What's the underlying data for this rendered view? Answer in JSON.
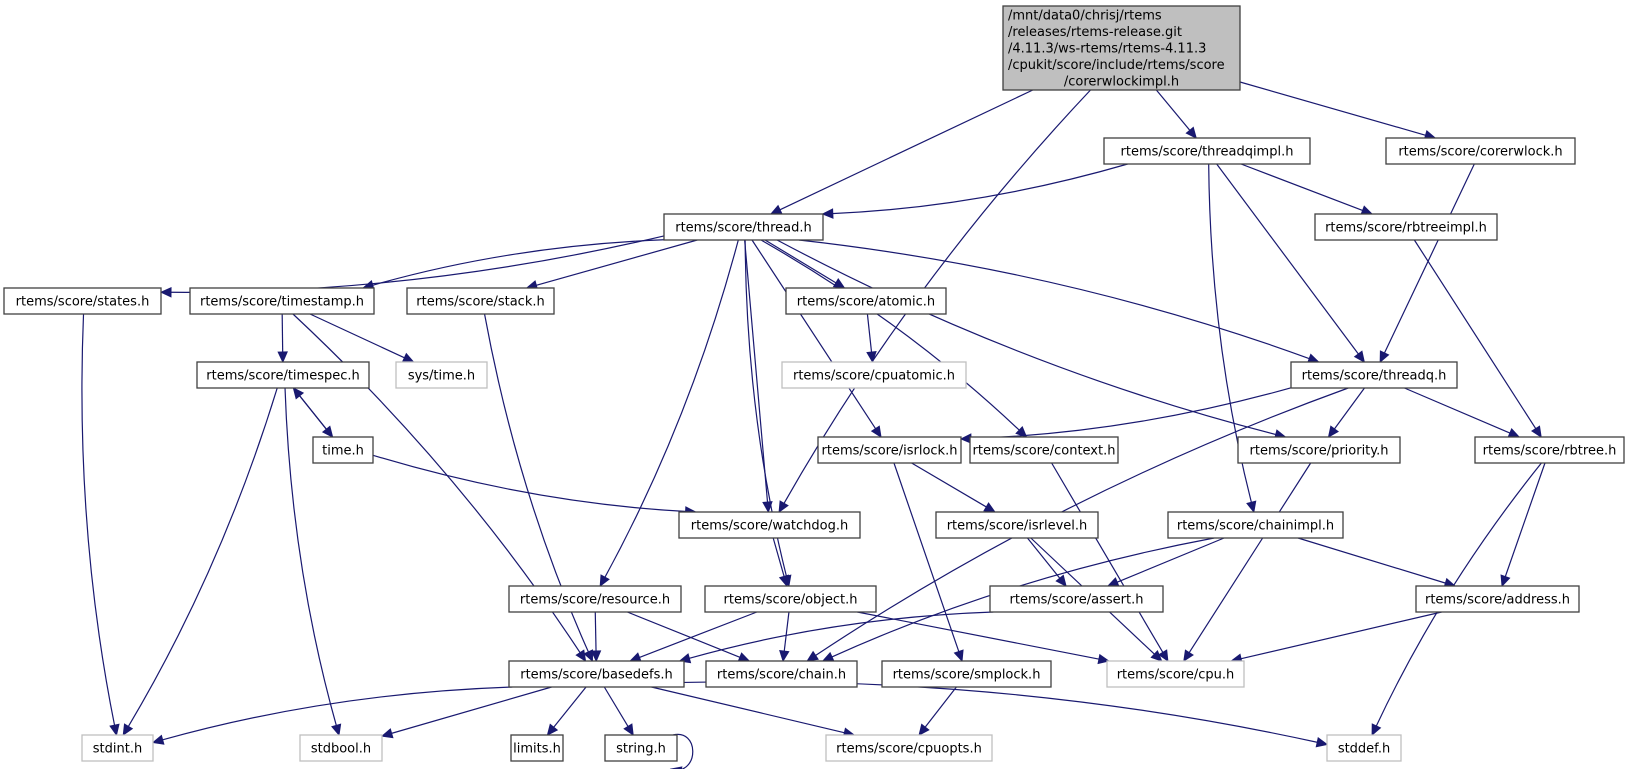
{
  "diagram": {
    "type": "include-dependency-graph",
    "colors": {
      "edge": "#191970",
      "root_fill": "#bfbfbf",
      "node_border": "#404040",
      "external_border": "#bfbfbf"
    },
    "nodes": [
      {
        "id": "root",
        "lines": [
          "/mnt/data0/chrisj/rtems",
          "/releases/rtems-release.git",
          "/4.11.3/ws-rtems/rtems-4.11.3",
          "/cpukit/score/include/rtems/score",
          "/corerwlockimpl.h"
        ],
        "kind": "root"
      },
      {
        "id": "threadqimpl",
        "lines": [
          "rtems/score/threadqimpl.h"
        ],
        "kind": "normal"
      },
      {
        "id": "corerwlock",
        "lines": [
          "rtems/score/corerwlock.h"
        ],
        "kind": "normal"
      },
      {
        "id": "thread",
        "lines": [
          "rtems/score/thread.h"
        ],
        "kind": "normal"
      },
      {
        "id": "rbtreeimpl",
        "lines": [
          "rtems/score/rbtreeimpl.h"
        ],
        "kind": "normal"
      },
      {
        "id": "states",
        "lines": [
          "rtems/score/states.h"
        ],
        "kind": "normal"
      },
      {
        "id": "timestamp",
        "lines": [
          "rtems/score/timestamp.h"
        ],
        "kind": "normal"
      },
      {
        "id": "stack",
        "lines": [
          "rtems/score/stack.h"
        ],
        "kind": "normal"
      },
      {
        "id": "atomic",
        "lines": [
          "rtems/score/atomic.h"
        ],
        "kind": "normal"
      },
      {
        "id": "cpuatomic",
        "lines": [
          "rtems/score/cpuatomic.h"
        ],
        "kind": "external"
      },
      {
        "id": "timespec",
        "lines": [
          "rtems/score/timespec.h"
        ],
        "kind": "normal"
      },
      {
        "id": "systime",
        "lines": [
          "sys/time.h"
        ],
        "kind": "external"
      },
      {
        "id": "threadq",
        "lines": [
          "rtems/score/threadq.h"
        ],
        "kind": "normal"
      },
      {
        "id": "timeh",
        "lines": [
          "time.h"
        ],
        "kind": "normal"
      },
      {
        "id": "isrlock",
        "lines": [
          "rtems/score/isrlock.h"
        ],
        "kind": "normal"
      },
      {
        "id": "context",
        "lines": [
          "rtems/score/context.h"
        ],
        "kind": "normal"
      },
      {
        "id": "priority",
        "lines": [
          "rtems/score/priority.h"
        ],
        "kind": "normal"
      },
      {
        "id": "rbtree",
        "lines": [
          "rtems/score/rbtree.h"
        ],
        "kind": "normal"
      },
      {
        "id": "watchdog",
        "lines": [
          "rtems/score/watchdog.h"
        ],
        "kind": "normal"
      },
      {
        "id": "isrlevel",
        "lines": [
          "rtems/score/isrlevel.h"
        ],
        "kind": "normal"
      },
      {
        "id": "chainimpl",
        "lines": [
          "rtems/score/chainimpl.h"
        ],
        "kind": "normal"
      },
      {
        "id": "resource",
        "lines": [
          "rtems/score/resource.h"
        ],
        "kind": "normal"
      },
      {
        "id": "object",
        "lines": [
          "rtems/score/object.h"
        ],
        "kind": "normal"
      },
      {
        "id": "assert",
        "lines": [
          "rtems/score/assert.h"
        ],
        "kind": "normal"
      },
      {
        "id": "address",
        "lines": [
          "rtems/score/address.h"
        ],
        "kind": "normal"
      },
      {
        "id": "basedefs",
        "lines": [
          "rtems/score/basedefs.h"
        ],
        "kind": "normal"
      },
      {
        "id": "chain",
        "lines": [
          "rtems/score/chain.h"
        ],
        "kind": "normal"
      },
      {
        "id": "smplock",
        "lines": [
          "rtems/score/smplock.h"
        ],
        "kind": "normal"
      },
      {
        "id": "cpu",
        "lines": [
          "rtems/score/cpu.h"
        ],
        "kind": "external"
      },
      {
        "id": "stdint",
        "lines": [
          "stdint.h"
        ],
        "kind": "external"
      },
      {
        "id": "stdbool",
        "lines": [
          "stdbool.h"
        ],
        "kind": "external"
      },
      {
        "id": "limits",
        "lines": [
          "limits.h"
        ],
        "kind": "normal"
      },
      {
        "id": "string",
        "lines": [
          "string.h"
        ],
        "kind": "normal"
      },
      {
        "id": "cpuopts",
        "lines": [
          "rtems/score/cpuopts.h"
        ],
        "kind": "external"
      },
      {
        "id": "stddef",
        "lines": [
          "stddef.h"
        ],
        "kind": "external"
      }
    ],
    "edges": [
      [
        "root",
        "thread"
      ],
      [
        "root",
        "threadqimpl"
      ],
      [
        "root",
        "corerwlock"
      ],
      [
        "root",
        "watchdog"
      ],
      [
        "threadqimpl",
        "thread"
      ],
      [
        "threadqimpl",
        "rbtreeimpl"
      ],
      [
        "threadqimpl",
        "threadq"
      ],
      [
        "threadqimpl",
        "chainimpl"
      ],
      [
        "corerwlock",
        "threadq"
      ],
      [
        "rbtreeimpl",
        "rbtree"
      ],
      [
        "thread",
        "states"
      ],
      [
        "thread",
        "timestamp"
      ],
      [
        "thread",
        "stack"
      ],
      [
        "thread",
        "atomic"
      ],
      [
        "thread",
        "threadq"
      ],
      [
        "thread",
        "priority"
      ],
      [
        "thread",
        "context"
      ],
      [
        "thread",
        "isrlock"
      ],
      [
        "thread",
        "watchdog"
      ],
      [
        "thread",
        "object"
      ],
      [
        "thread",
        "resource"
      ],
      [
        "states",
        "stdint"
      ],
      [
        "timestamp",
        "timespec"
      ],
      [
        "timestamp",
        "systime"
      ],
      [
        "timestamp",
        "basedefs"
      ],
      [
        "stack",
        "basedefs"
      ],
      [
        "atomic",
        "cpuatomic"
      ],
      [
        "timespec",
        "timeh"
      ],
      [
        "timespec",
        "stdint"
      ],
      [
        "timespec",
        "stdbool"
      ],
      [
        "timeh",
        "timespec"
      ],
      [
        "timeh",
        "watchdog"
      ],
      [
        "threadq",
        "isrlock"
      ],
      [
        "threadq",
        "priority"
      ],
      [
        "threadq",
        "rbtree"
      ],
      [
        "threadq",
        "chain"
      ],
      [
        "isrlock",
        "isrlevel"
      ],
      [
        "isrlock",
        "smplock"
      ],
      [
        "context",
        "cpu"
      ],
      [
        "priority",
        "cpu"
      ],
      [
        "rbtree",
        "address"
      ],
      [
        "rbtree",
        "stddef"
      ],
      [
        "watchdog",
        "object"
      ],
      [
        "isrlevel",
        "assert"
      ],
      [
        "isrlevel",
        "cpu"
      ],
      [
        "chainimpl",
        "assert"
      ],
      [
        "chainimpl",
        "address"
      ],
      [
        "chainimpl",
        "chain"
      ],
      [
        "resource",
        "basedefs"
      ],
      [
        "resource",
        "chain"
      ],
      [
        "object",
        "basedefs"
      ],
      [
        "object",
        "chain"
      ],
      [
        "object",
        "cpu"
      ],
      [
        "assert",
        "basedefs"
      ],
      [
        "address",
        "cpu"
      ],
      [
        "basedefs",
        "stdint"
      ],
      [
        "basedefs",
        "stdbool"
      ],
      [
        "basedefs",
        "limits"
      ],
      [
        "basedefs",
        "string"
      ],
      [
        "basedefs",
        "cpuopts"
      ],
      [
        "basedefs",
        "stddef"
      ],
      [
        "string",
        "string"
      ],
      [
        "smplock",
        "cpuopts"
      ]
    ]
  }
}
